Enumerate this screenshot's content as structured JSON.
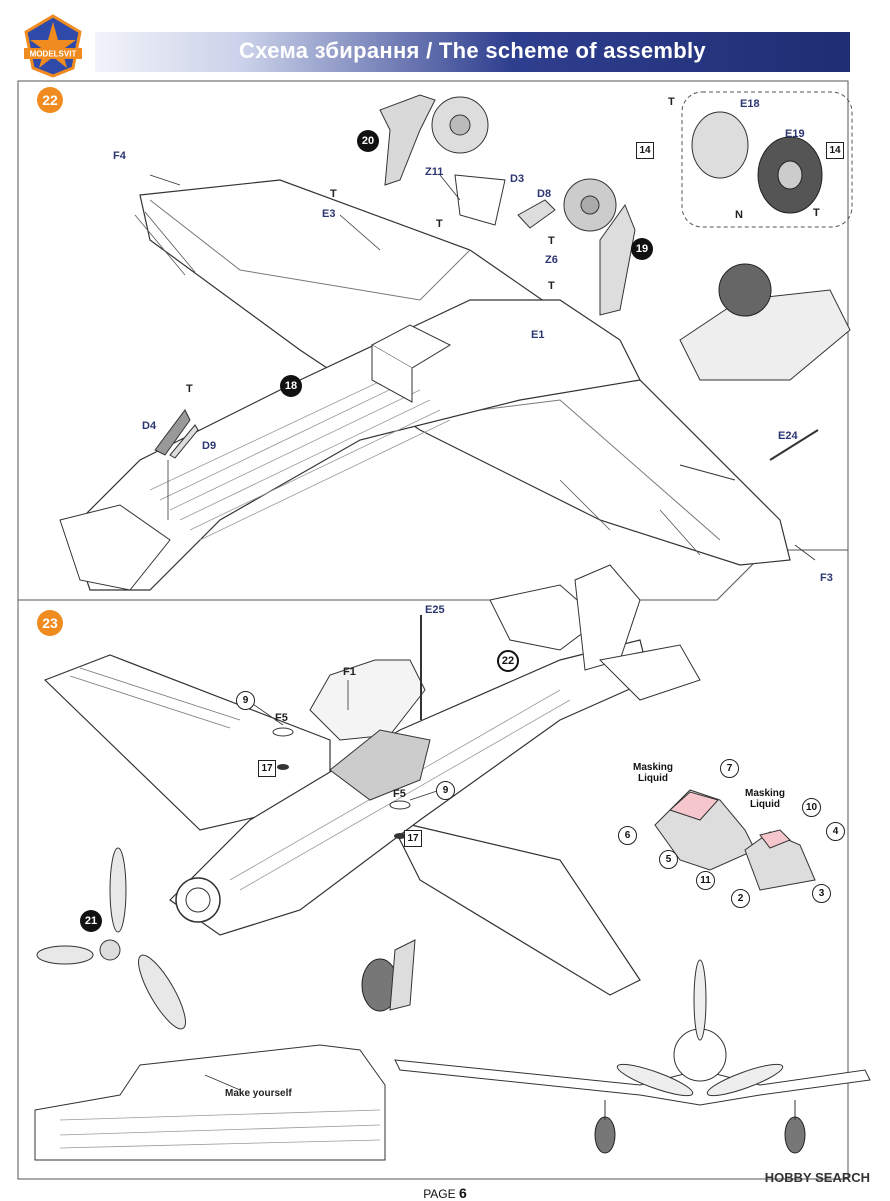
{
  "header": {
    "title": "Схема збирання / The scheme of assembly",
    "logo_text": "MODELSVIT"
  },
  "steps": {
    "step1": "22",
    "step2": "23"
  },
  "subassemblies": {
    "s20": "20",
    "s19": "19",
    "s18": "18",
    "s21": "21",
    "s22": "22"
  },
  "parts_step22": {
    "f4": "F4",
    "e3": "E3",
    "z11": "Z11",
    "d3": "D3",
    "d8": "D8",
    "z6": "Z6",
    "e1": "E1",
    "e18": "E18",
    "e19": "E19",
    "e24": "E24",
    "f3": "F3",
    "d4": "D4",
    "d9": "D9",
    "t": "T",
    "n": "N",
    "n14a": "14",
    "n14b": "14"
  },
  "parts_step23": {
    "e25": "E25",
    "f1": "F1",
    "f5a": "F5",
    "f5b": "F5",
    "n9a": "9",
    "n9b": "9",
    "n17a": "17",
    "n17b": "17",
    "masking1": "Masking Liquid",
    "masking2": "Masking Liquid",
    "c7": "7",
    "c10": "10",
    "c4": "4",
    "c6": "6",
    "c5": "5",
    "c11": "11",
    "c2": "2",
    "c3": "3",
    "make_yourself": "Make yourself"
  },
  "footer": {
    "page_label": "PAGE",
    "page_number": "6",
    "watermark": "HOBBY SEARCH"
  },
  "colors": {
    "accent": "#ef8b1f",
    "header_dark": "#1f2d73",
    "mask_pink": "#f5c6cb"
  }
}
